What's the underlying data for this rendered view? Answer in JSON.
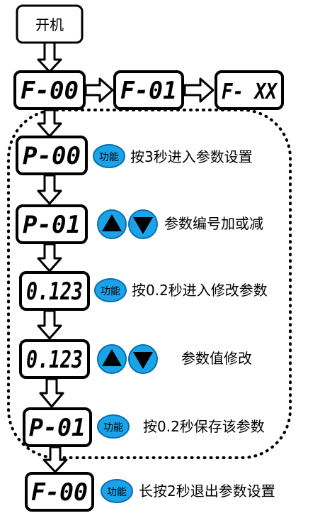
{
  "start": {
    "label": "开机"
  },
  "top_row": [
    {
      "display": "F-00"
    },
    {
      "display": "F-01"
    },
    {
      "display": "F- XX"
    }
  ],
  "steps": [
    {
      "display": "P-00",
      "keys": "function",
      "key_label": "功能",
      "text": "按3秒进入参数设置"
    },
    {
      "display": "P-01",
      "keys": "arrows",
      "text": "参数编号加或减"
    },
    {
      "display": "0.123",
      "keys": "function",
      "key_label": "功能",
      "text": "按0.2秒进入修改参数"
    },
    {
      "display": "0.123",
      "keys": "arrows",
      "text": "参数值修改"
    },
    {
      "display": "P-01",
      "keys": "function",
      "key_label": "功能",
      "text": "按0.2秒保存该参数"
    }
  ],
  "final": {
    "display": "F-00",
    "key_label": "功能",
    "text": "长按2秒退出参数设置"
  },
  "colors": {
    "function_key_fill": "#1aa3e8",
    "function_key_stroke": "#0b6fb0",
    "stroke": "#000000",
    "background": "#ffffff"
  },
  "icons": {
    "up_key": "triangle-up-icon",
    "down_key": "triangle-down-icon",
    "function_key": "function-key-icon",
    "flow_arrow": "hollow-arrow-icon"
  }
}
